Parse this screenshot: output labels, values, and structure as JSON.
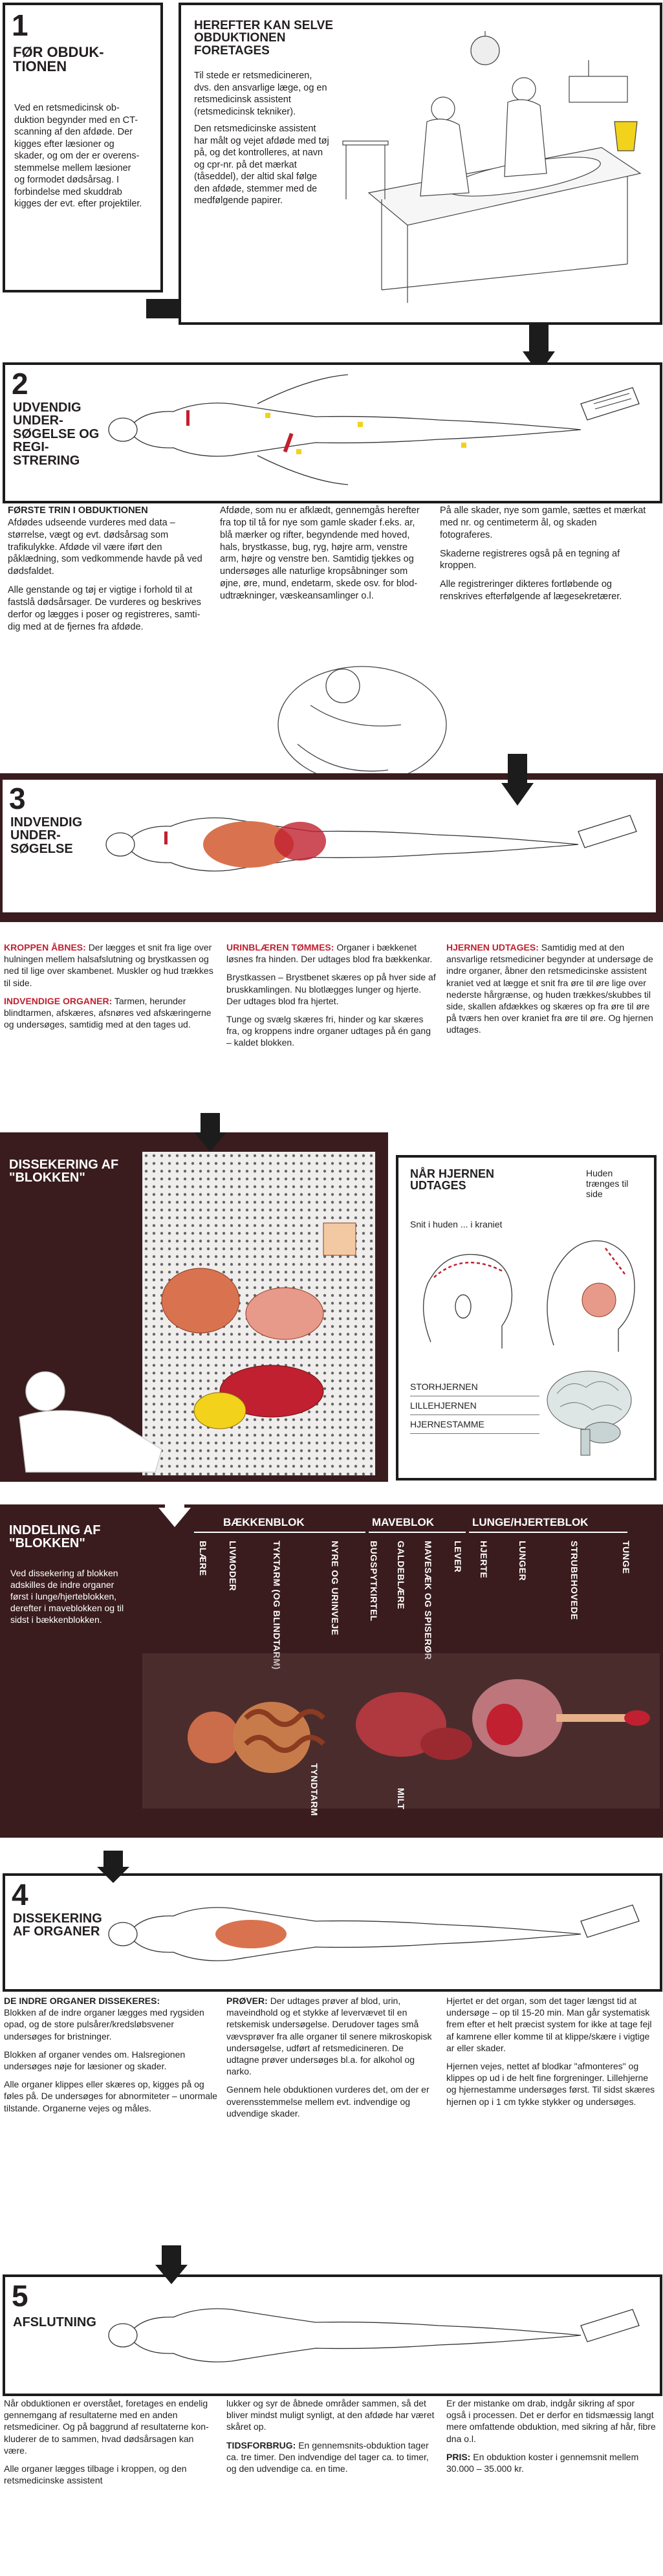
{
  "sections": {
    "s1": {
      "number": "1",
      "title": "FØR OBDUK­TIONEN",
      "text": "Ved en retsmedicinsk ob­duktion begynder med en CT-scan­ning af den afdøde. Der kigges efter læ­sioner og skader, og om der er overens­stemmelse mellem læsioner og formo­det dødsårsag. I forbindelse med skuddrab kigges der evt. efter projektiler."
    },
    "s1b": {
      "title": "HEREFTER KAN SELVE OBDUKTIO­NEN FORETAGES",
      "p1": "Til stede er retsmedicine­ren, dvs. den ansvarlige læge, og en retsmedi­cinsk assistent (retsmedi­cinsk tekniker).",
      "p2": "Den retsmedicinske assi­stent har målt og vejet afdøde med tøj på, og det kontrolleres, at navn og cpr-nr. på det mærkat (tåseddel), der altid skal følge den afdøde, stem­mer med de medfølgen­de papirer."
    },
    "s2": {
      "number": "2",
      "title": "UDVENDIG UNDER­SØGELSE OG REGI­STRERING",
      "col1_lead": "FØRSTE TRIN I OBDUKTIONEN",
      "col1_p1": "Afdødes udseende vurderes med data – størrelse, vægt og evt. dødsårsag som trafikulykke. Afdøde vil være iført den påklædning, som vedkommende havde på ved dødsfaldet.",
      "col1_p2": "Alle genstande og tøj er vigtige i for­hold til at fastslå dødsårsager. De vurderes og beskrives derfor og lægges i poser og registreres, samti­dig med at de fjernes fra afdøde.",
      "col2_p1": "Afdøde, som nu er afklædt, gennem­gås herefter fra top til tå for nye som gamle skader f.eks. ar, blå mærker og rifter, begyndende med hoved, hals, brystkasse, bug, ryg, højre arm, ven­stre arm, højre og venstre ben. Samti­dig tjekkes og undersøges alle naturli­ge kropsåbninger som øjne, øre, mund, endetarm, skede osv. for blod­udtrækninger, væskeansamlinger o.l.",
      "col3_p1": "På alle skader, nye som gamle, sættes et mærkat med nr. og centi­meterm ål, og skaden fotograferes.",
      "col3_p2": "Skaderne registreres også på en teg­ning af kroppen.",
      "col3_p3": "Alle registreringer dikteres fortløben­de og renskrives efter­følgende af lægesekretærer."
    },
    "s3": {
      "number": "3",
      "title": "INDVENDIG UNDER­SØGELSE",
      "c1_lead1": "KROPPEN ÅBNES:",
      "c1_p1": "Der lægges et snit fra lige over hulningen mellem halsaf­slutning og brystkassen og ned til lige over skambenet. Muskler og hud trækkes til side.",
      "c1_lead2": "INDVENDIGE ORGANER:",
      "c1_p2": "Tarmen, her­under blindtarmen, afskæres, afsnøres ved afskæringerne og undersøges, samtidig med at den tages ud.",
      "c2_lead1": "URINBLÆREN TØMMES:",
      "c2_p1": "Organer i bækkenet løsnes fra hinden. Der udtages blod fra bækkenkar.",
      "c2_p2": "Brystkassen – Brystbenet skæres op på hver side af bruskkamlingen. Nu blotlægges lunger og hjerte. Der udtages blod fra hjertet.",
      "c2_p3": "Tunge og svælg skæres fri, hinder og kar skæres fra, og kroppens indre or­ganer udtages på én gang – kaldet blokken.",
      "c3_lead1": "HJERNEN UDTAGES:",
      "c3_p1": "Samtidig med at den ansvarlige retsmediciner begyn­der at undersøge de indre organer, åbner den retsmedicinske assistent kraniet ved at lægge et snit fra øre til øre lige over nederste hårgrænse, og huden trækkes/skubbes til side, skal­len afdækkes og skæres op fra øre til øre på tværs hen over kraniet fra øre til øre. Og hjernen udtages."
    },
    "dissect": {
      "title": "DISSEKERING AF \"BLOKKEN\""
    },
    "brain": {
      "title": "NÅR HJERNEN UDTAGES",
      "snit": "Snit i huden ... i kraniet",
      "huden": "Huden trænges til side",
      "labels": [
        "STORHJERNEN",
        "LILLEHJERNEN",
        "HJERNESTAMME"
      ]
    },
    "inddeling": {
      "title": "INDDELING AF \"BLOKKEN\"",
      "text": "Ved dissekering af blokken adskilles de indre organer først i lunge/hjerte­blokken, derefter i maveblokken og til sidst i bækkenblok­ken.",
      "groups": [
        "BÆKKENBLOK",
        "MAVEBLOK",
        "LUNGE/HJERTEBLOK"
      ],
      "organs_bk": [
        "BLÆRE",
        "LIVMODER",
        "TYKTARM (OG BLINDTARM)",
        "NYRE OG URINVEJE"
      ],
      "organs_mb": [
        "BUGSPYTKIRTEL",
        "GALDEBLÆRE",
        "MAVESÆK OG SPISERØR",
        "LEVER"
      ],
      "organs_lh": [
        "HJERTE",
        "LUNGER",
        "STRUBEHOVEDE",
        "TUNGE"
      ],
      "tyndtarm": "TYNDTARM",
      "milt": "MILT"
    },
    "s4": {
      "number": "4",
      "title": "DISSE­KERING AF ORGANER",
      "c1_lead": "DE INDRE ORGANER DISSEKERES:",
      "c1_p1": "Blokken af de indre organer lægges med rygsiden opad, og de store puls­årer/kredsløbsvener undersøges for bristninger.",
      "c1_p2": "Blokken af organer vendes om. Hals­regionen undersøges nøje for læsio­ner og skader.",
      "c1_p3": "Alle organer klippes eller skæres op, kigges på og føles på. De undersøges for abnormiteter – unormale tilstande. Organerne vejes og måles.",
      "c2_lead": "PRØVER:",
      "c2_p1": "Der udtages prøver af blod, urin, mavеindhold og et stykke af le­vervævet til en retskemisk undersø­gelse. Derudover tages små vævsprø­ver fra alle organer til senere mikro­skopisk undersøgelse, udført af ret­smedicineren. De udtagne prøver un­dersøges bl.a. for alkohol og narko.",
      "c2_p2": "Gennem hele obduktionen vurderes det, om der er overensstemmelse mellem evt. indvendige og udvendige skader.",
      "c3_p1": "Hjertet er det organ, som det tager længst tid at undersøge – op til 15-20 min. Man går systematisk frem efter et helt præcist system for ikke at tage fejl af kamrene eller komme til at klip­pe/skære i vigtige ar eller skader.",
      "c3_p2": "Hjernen vejes, nettet af blodkar \"af­monteres\" og klippes op ud i de helt fine forgreninger. Lillehjerne og hjer­nestamme undersøges først. Til sidst skæres hjernen op i 1 cm tykke stykker og undersøges."
    },
    "s5": {
      "number": "5",
      "title": "AFSLUT­NING",
      "c1_p1": "Når obduktionen er overstået, foreta­ges en endelig gennemgang af resul­taterne med en anden retsmediciner. Og på baggrund af resultaterne kon­kluderer de to sammen, hvad dødsår­sagen kan være.",
      "c1_p2": "Alle organer lægges tilbage i krop­pen, og den retsmedicinske assistent",
      "c2_p1": "lukker og syr de åbnede områder sammen, så det bliver mindst muligt synligt, at den afdøde har været skåret op.",
      "c2_lead": "TIDSFORBRUG:",
      "c2_p2": "En gennemsnits-ob­duktion tager ca. tre timer. Den ind­vendige del tager ca. to timer, og den udvendige ca. en time.",
      "c3_p1": "Er der mistanke om drab, indgår sik­ring af spor også i processen. Det er derfor en tidsmæssig langt mere om­fattende obduktion, med sikring af hår, fibre dna o.l.",
      "c3_lead": "PRIS:",
      "c3_p2": "En obduktion koster i gennem­snit mellem 30.000 – 35.000 kr."
    }
  },
  "colors": {
    "dark": "#3a1c1e",
    "accent": "#c0202f",
    "organ": "#d9734f",
    "yellow": "#f2d21b"
  },
  "icons": [
    "arrow-down-icon",
    "arrow-right-icon",
    "body-outline-icon",
    "toe-tag-icon",
    "brain-icon",
    "head-icon"
  ]
}
